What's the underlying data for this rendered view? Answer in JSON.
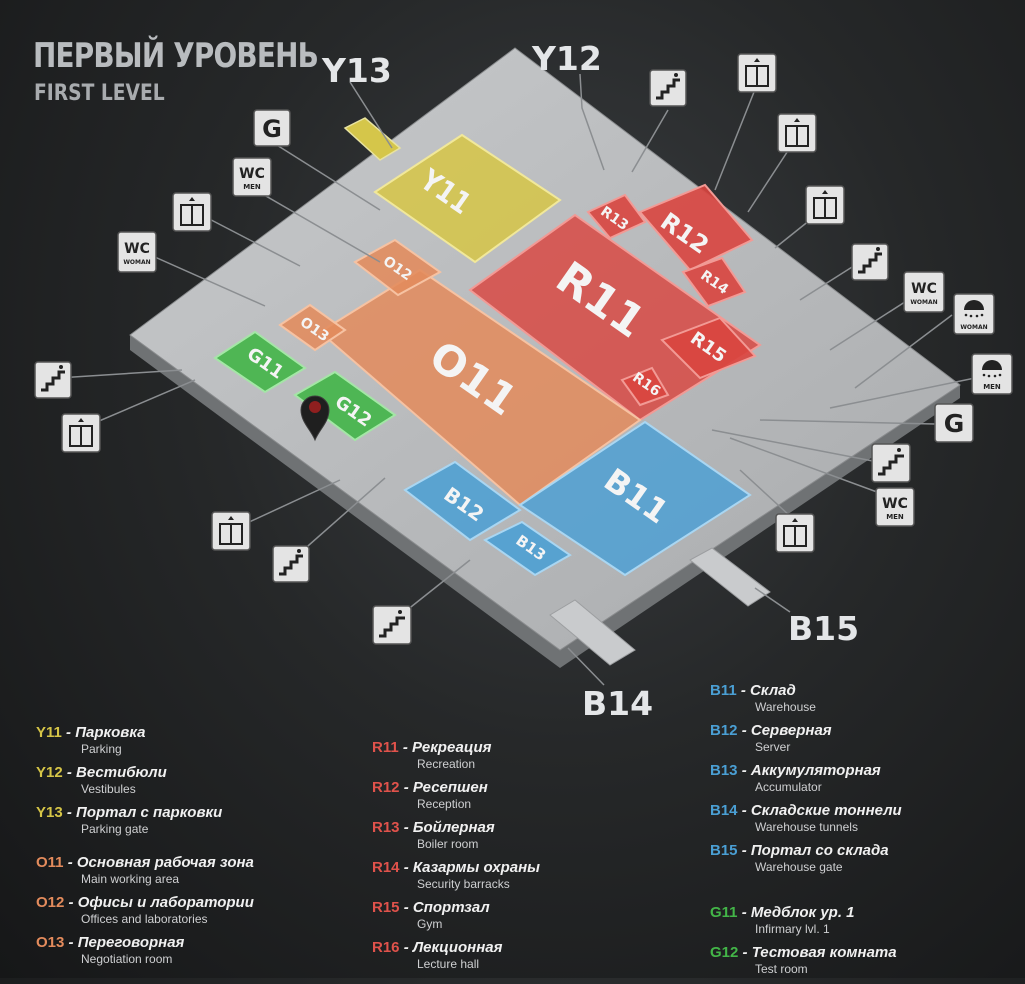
{
  "header": {
    "title_ru": "ПЕРВЫЙ УРОВЕНЬ",
    "title_en": "FIRST LEVEL"
  },
  "colors": {
    "yellow": "#d6c547",
    "orange": "#e38b5c",
    "red": "#d9453f",
    "blue": "#4a9fd4",
    "green": "#43b548",
    "floor": "#b9bbbd"
  },
  "zones": {
    "Y11": "Y11",
    "R11": "R11",
    "R12": "R12",
    "R13": "R13",
    "R14": "R14",
    "R15": "R15",
    "R16": "R16",
    "O11": "O11",
    "O12": "O12",
    "O13": "O13",
    "G11": "G11",
    "G12": "G12",
    "B11": "B11",
    "B12": "B12",
    "B13": "B13"
  },
  "gates": {
    "Y13": "Y13",
    "Y12": "Y12",
    "B15": "B15",
    "B14": "B14"
  },
  "icons": {
    "g_label": "G",
    "wc_label": "WC",
    "men_label": "MEN",
    "woman_label": "WOMAN",
    "elevator": "elevator-icon",
    "stairs": "stairs-icon",
    "shower": "shower-icon",
    "marker": "map-pin-icon"
  },
  "legend": {
    "yellow": [
      {
        "code": "Y11",
        "ru": "Парковка",
        "en": "Parking"
      },
      {
        "code": "Y12",
        "ru": "Вестибюли",
        "en": "Vestibules"
      },
      {
        "code": "Y13",
        "ru": "Портал с парковки",
        "en": "Parking gate"
      }
    ],
    "orange": [
      {
        "code": "O11",
        "ru": "Основная рабочая зона",
        "en": "Main working area"
      },
      {
        "code": "O12",
        "ru": "Офисы и лаборатории",
        "en": "Offices and laboratories"
      },
      {
        "code": "O13",
        "ru": "Переговорная",
        "en": "Negotiation room"
      }
    ],
    "red": [
      {
        "code": "R11",
        "ru": "Рекреация",
        "en": "Recreation"
      },
      {
        "code": "R12",
        "ru": "Ресепшен",
        "en": "Reception"
      },
      {
        "code": "R13",
        "ru": "Бойлерная",
        "en": "Boiler room"
      },
      {
        "code": "R14",
        "ru": "Казармы охраны",
        "en": "Security barracks"
      },
      {
        "code": "R15",
        "ru": "Спортзал",
        "en": "Gym"
      },
      {
        "code": "R16",
        "ru": "Лекционная",
        "en": "Lecture hall"
      }
    ],
    "blue": [
      {
        "code": "B11",
        "ru": "Склад",
        "en": "Warehouse"
      },
      {
        "code": "B12",
        "ru": "Серверная",
        "en": "Server"
      },
      {
        "code": "B13",
        "ru": "Аккумуляторная",
        "en": "Accumulator"
      },
      {
        "code": "B14",
        "ru": "Складские тоннели",
        "en": "Warehouse tunnels"
      },
      {
        "code": "B15",
        "ru": "Портал со склада",
        "en": "Warehouse gate"
      }
    ],
    "green": [
      {
        "code": "G11",
        "ru": "Медблок ур. 1",
        "en": "Infirmary lvl. 1"
      },
      {
        "code": "G12",
        "ru": "Тестовая комната",
        "en": "Test room"
      }
    ]
  }
}
